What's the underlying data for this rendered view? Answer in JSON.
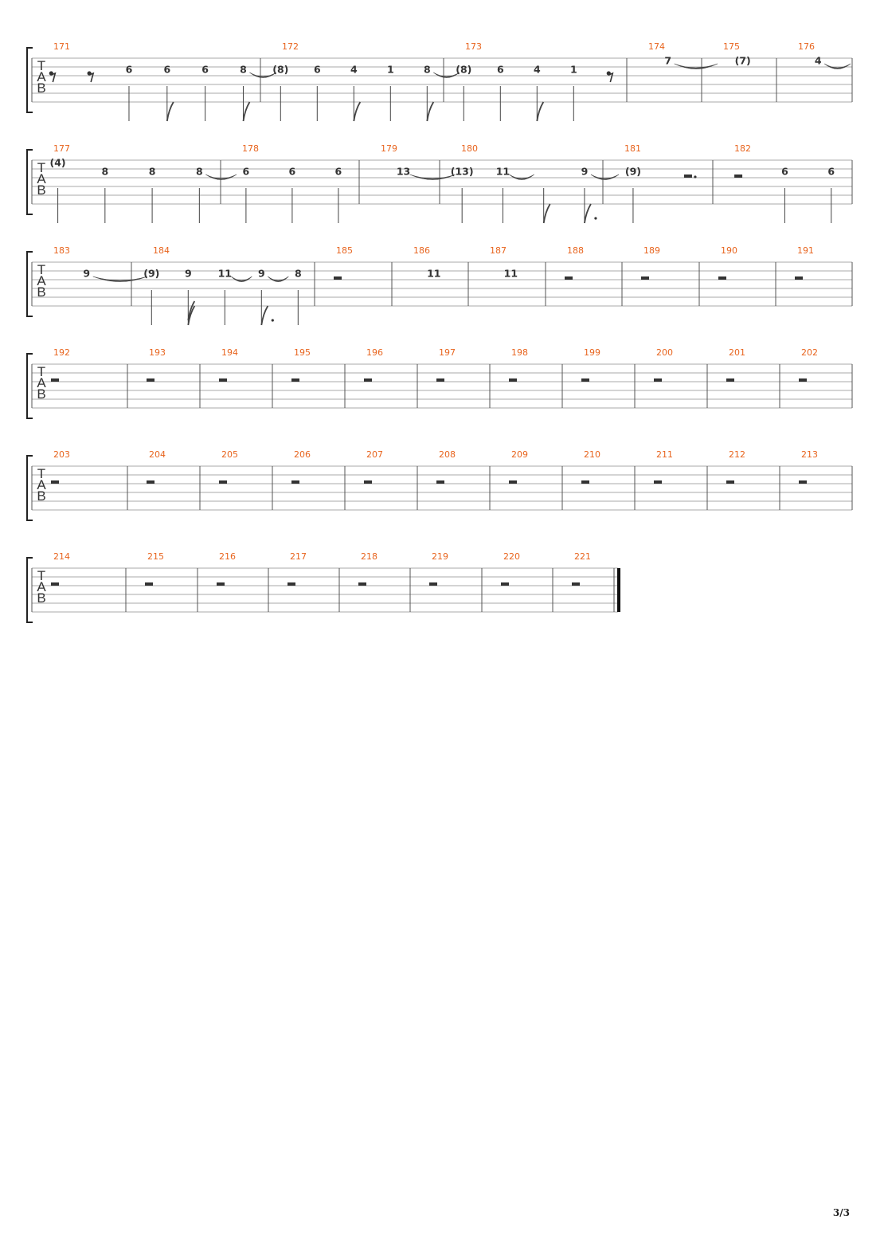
{
  "page": {
    "page_number": "3/3"
  },
  "clef_letters": [
    "T",
    "A",
    "B"
  ],
  "colors": {
    "measure_number": "#e8651f",
    "staff_line": "#a8a8a8",
    "note": "#333333"
  },
  "systems": [
    {
      "measures": [
        {
          "number": "171",
          "events": [
            {
              "rest": "eighth"
            },
            {
              "rest": "eighth"
            },
            {
              "fret": "6",
              "string": 2,
              "stem": "plain"
            },
            {
              "fret": "6",
              "string": 2,
              "stem": "eighth"
            },
            {
              "fret": "6",
              "string": 2,
              "stem": "plain"
            },
            {
              "fret": "8",
              "string": 2,
              "stem": "eighth",
              "tie_to_next": true
            }
          ]
        },
        {
          "number": "172",
          "events": [
            {
              "fret": "(8)",
              "string": 2,
              "stem": "plain"
            },
            {
              "fret": "6",
              "string": 2,
              "stem": "plain"
            },
            {
              "fret": "4",
              "string": 2,
              "stem": "eighth"
            },
            {
              "fret": "1",
              "string": 2,
              "stem": "plain"
            },
            {
              "fret": "8",
              "string": 2,
              "stem": "eighth",
              "tie_to_next": true
            }
          ]
        },
        {
          "number": "173",
          "events": [
            {
              "fret": "(8)",
              "string": 2,
              "stem": "plain"
            },
            {
              "fret": "6",
              "string": 2,
              "stem": "plain"
            },
            {
              "fret": "4",
              "string": 2,
              "stem": "eighth"
            },
            {
              "fret": "1",
              "string": 2,
              "stem": "plain"
            },
            {
              "rest": "eighth"
            }
          ]
        },
        {
          "number": "174",
          "events": [
            {
              "fret": "7",
              "string": 1,
              "tie_to_next": true
            }
          ]
        },
        {
          "number": "175",
          "events": [
            {
              "fret": "(7)",
              "string": 1
            }
          ]
        },
        {
          "number": "176",
          "events": [
            {
              "fret": "4",
              "string": 1,
              "tie_to_next": true
            }
          ]
        }
      ]
    },
    {
      "measures": [
        {
          "number": "177",
          "events": [
            {
              "fret": "(4)",
              "string": 1,
              "stem": "plain"
            },
            {
              "fret": "8",
              "string": 2,
              "stem": "plain"
            },
            {
              "fret": "8",
              "string": 2,
              "stem": "plain"
            },
            {
              "fret": "8",
              "string": 2,
              "stem": "plain",
              "tie_to_next": true
            }
          ]
        },
        {
          "number": "178",
          "events": [
            {
              "fret": "6",
              "string": 2,
              "stem": "plain"
            },
            {
              "fret": "6",
              "string": 2,
              "stem": "plain"
            },
            {
              "fret": "6",
              "string": 2,
              "stem": "plain"
            }
          ]
        },
        {
          "number": "179",
          "events": [
            {
              "fret": "13",
              "string": 2,
              "tie_to_next": true
            }
          ]
        },
        {
          "number": "180",
          "events": [
            {
              "fret": "(13)",
              "string": 2,
              "stem": "plain"
            },
            {
              "fret": "11",
              "string": 2,
              "stem": "plain",
              "tie_to_next": true
            },
            {
              "fret": "",
              "string": 2,
              "stem": "eighth"
            },
            {
              "fret": "9",
              "string": 2,
              "stem": "dotted",
              "tie_to_next": true
            }
          ]
        },
        {
          "number": "181",
          "events": [
            {
              "fret": "(9)",
              "string": 2,
              "stem": "plain"
            },
            {
              "rest": "dotted-half"
            }
          ]
        },
        {
          "number": "182",
          "events": [
            {
              "rest": "half"
            },
            {
              "fret": "6",
              "string": 2,
              "stem": "plain"
            },
            {
              "fret": "6",
              "string": 2,
              "stem": "plain"
            }
          ]
        }
      ]
    },
    {
      "measures": [
        {
          "number": "183",
          "events": [
            {
              "fret": "9",
              "string": 2,
              "tie_to_next": true
            }
          ]
        },
        {
          "number": "184",
          "events": [
            {
              "fret": "(9)",
              "string": 2,
              "stem": "plain"
            },
            {
              "fret": "9",
              "string": 2,
              "stem": "sixteenth"
            },
            {
              "fret": "11",
              "string": 2,
              "stem": "plain",
              "tie_to_next": true
            },
            {
              "fret": "9",
              "string": 2,
              "stem": "dotted",
              "tie_to_next": true
            },
            {
              "fret": "8",
              "string": 2,
              "stem": "plain"
            }
          ]
        },
        {
          "number": "185",
          "events": [
            {
              "rest": "whole"
            }
          ]
        },
        {
          "number": "186",
          "events": [
            {
              "fret": "11",
              "string": 2
            }
          ]
        },
        {
          "number": "187",
          "events": [
            {
              "fret": "11",
              "string": 2
            }
          ]
        },
        {
          "number": "188",
          "events": [
            {
              "rest": "whole"
            }
          ]
        },
        {
          "number": "189",
          "events": [
            {
              "rest": "whole"
            }
          ]
        },
        {
          "number": "190",
          "events": [
            {
              "rest": "whole"
            }
          ]
        },
        {
          "number": "191",
          "events": [
            {
              "rest": "whole"
            }
          ]
        }
      ]
    },
    {
      "measures": [
        {
          "number": "192",
          "events": [
            {
              "rest": "whole"
            }
          ]
        },
        {
          "number": "193",
          "events": [
            {
              "rest": "whole"
            }
          ]
        },
        {
          "number": "194",
          "events": [
            {
              "rest": "whole"
            }
          ]
        },
        {
          "number": "195",
          "events": [
            {
              "rest": "whole"
            }
          ]
        },
        {
          "number": "196",
          "events": [
            {
              "rest": "whole"
            }
          ]
        },
        {
          "number": "197",
          "events": [
            {
              "rest": "whole"
            }
          ]
        },
        {
          "number": "198",
          "events": [
            {
              "rest": "whole"
            }
          ]
        },
        {
          "number": "199",
          "events": [
            {
              "rest": "whole"
            }
          ]
        },
        {
          "number": "200",
          "events": [
            {
              "rest": "whole"
            }
          ]
        },
        {
          "number": "201",
          "events": [
            {
              "rest": "whole"
            }
          ]
        },
        {
          "number": "202",
          "events": [
            {
              "rest": "whole"
            }
          ]
        }
      ]
    },
    {
      "measures": [
        {
          "number": "203",
          "events": [
            {
              "rest": "whole"
            }
          ]
        },
        {
          "number": "204",
          "events": [
            {
              "rest": "whole"
            }
          ]
        },
        {
          "number": "205",
          "events": [
            {
              "rest": "whole"
            }
          ]
        },
        {
          "number": "206",
          "events": [
            {
              "rest": "whole"
            }
          ]
        },
        {
          "number": "207",
          "events": [
            {
              "rest": "whole"
            }
          ]
        },
        {
          "number": "208",
          "events": [
            {
              "rest": "whole"
            }
          ]
        },
        {
          "number": "209",
          "events": [
            {
              "rest": "whole"
            }
          ]
        },
        {
          "number": "210",
          "events": [
            {
              "rest": "whole"
            }
          ]
        },
        {
          "number": "211",
          "events": [
            {
              "rest": "whole"
            }
          ]
        },
        {
          "number": "212",
          "events": [
            {
              "rest": "whole"
            }
          ]
        },
        {
          "number": "213",
          "events": [
            {
              "rest": "whole"
            }
          ]
        }
      ]
    },
    {
      "final_barline": true,
      "measures": [
        {
          "number": "214",
          "events": [
            {
              "rest": "whole"
            }
          ]
        },
        {
          "number": "215",
          "events": [
            {
              "rest": "whole"
            }
          ]
        },
        {
          "number": "216",
          "events": [
            {
              "rest": "whole"
            }
          ]
        },
        {
          "number": "217",
          "events": [
            {
              "rest": "whole"
            }
          ]
        },
        {
          "number": "218",
          "events": [
            {
              "rest": "whole"
            }
          ]
        },
        {
          "number": "219",
          "events": [
            {
              "rest": "whole"
            }
          ]
        },
        {
          "number": "220",
          "events": [
            {
              "rest": "whole"
            }
          ]
        },
        {
          "number": "221",
          "events": [
            {
              "rest": "whole"
            }
          ]
        }
      ]
    }
  ]
}
